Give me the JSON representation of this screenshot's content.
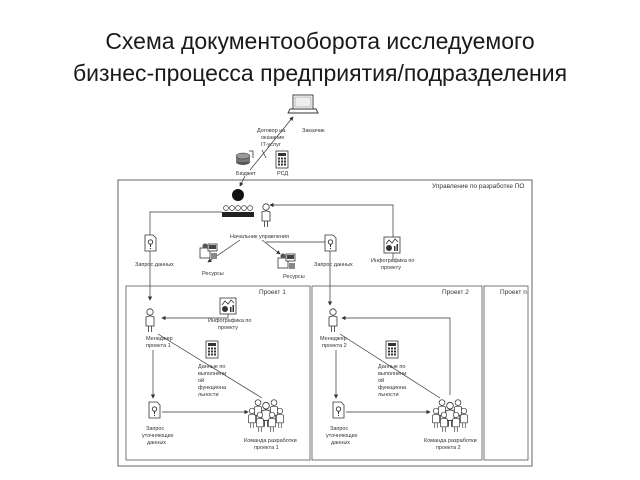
{
  "title": {
    "line1": "Схема документооборота исследуемого",
    "line2": "бизнес-процесса предприятия/подразделения"
  },
  "containers": {
    "main": "Управление по разработке ПО",
    "project1": "Проект 1",
    "project2": "Проект 2",
    "projectN": "Проект n"
  },
  "top": {
    "doc1": [
      "Договор на",
      "оказание",
      "IT-услуг"
    ],
    "doc2": "Заказчик",
    "budget": "Бюджет",
    "rsd": "РСД"
  },
  "center": {
    "head": "Начальник управления",
    "req_left": "Запрос данных",
    "req_right": "Запрос данных",
    "res_left": "Ресурсы",
    "res_right": "Ресурсы",
    "info_top": [
      "Инфографика по",
      "проекту"
    ]
  },
  "project1": {
    "info": [
      "Инфографика по",
      "проекту"
    ],
    "manager": [
      "Менеджер",
      "проекта 1"
    ],
    "data": [
      "Данные по",
      "выполнени",
      "ой",
      "функциона",
      "льности"
    ],
    "clarify": [
      "Запрос",
      "уточняющих",
      "данных"
    ],
    "team": [
      "Команда разработки",
      "проекта 1"
    ]
  },
  "project2": {
    "manager": [
      "Менеджер",
      "проекта 2"
    ],
    "data": [
      "Данные по",
      "выполнени",
      "ой",
      "функциона",
      "льности"
    ],
    "clarify": [
      "Запрос",
      "уточняющих",
      "данных"
    ],
    "team": [
      "Команда разработки",
      "проекта 2"
    ]
  },
  "icons": [
    "laptop-icon",
    "document-icon",
    "budget-icon",
    "calculator-icon",
    "chief-icon",
    "person-icon",
    "people-group-icon",
    "request-icon",
    "chart-icon"
  ]
}
